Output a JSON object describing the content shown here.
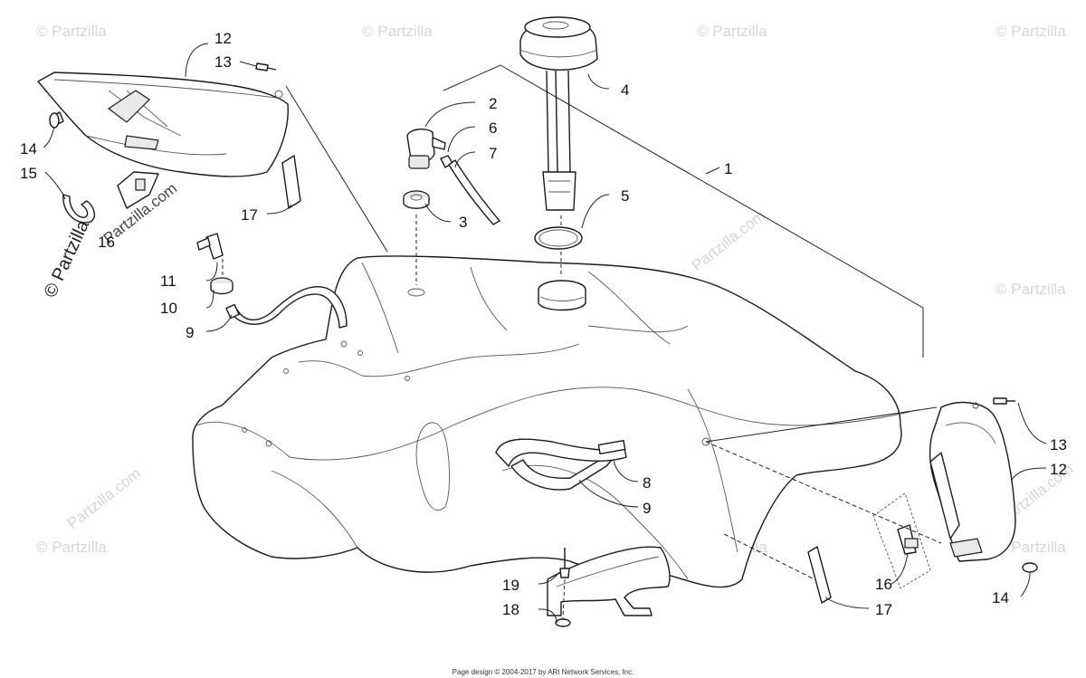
{
  "watermark": {
    "text": "© Partzilla",
    "text_com": "Partzilla.com"
  },
  "callouts": {
    "c1": "1",
    "c2": "2",
    "c3": "3",
    "c4": "4",
    "c5": "5",
    "c6": "6",
    "c7": "7",
    "c8": "8",
    "c9a": "9",
    "c9b": "9",
    "c10": "10",
    "c11": "11",
    "c12a": "12",
    "c12b": "12",
    "c13a": "13",
    "c13b": "13",
    "c14a": "14",
    "c14b": "14",
    "c15": "15",
    "c16a": "16",
    "c16b": "16",
    "c17a": "17",
    "c17b": "17",
    "c18": "18",
    "c19": "19"
  },
  "footer": "Page design © 2004-2017 by ARI Network Services, Inc."
}
